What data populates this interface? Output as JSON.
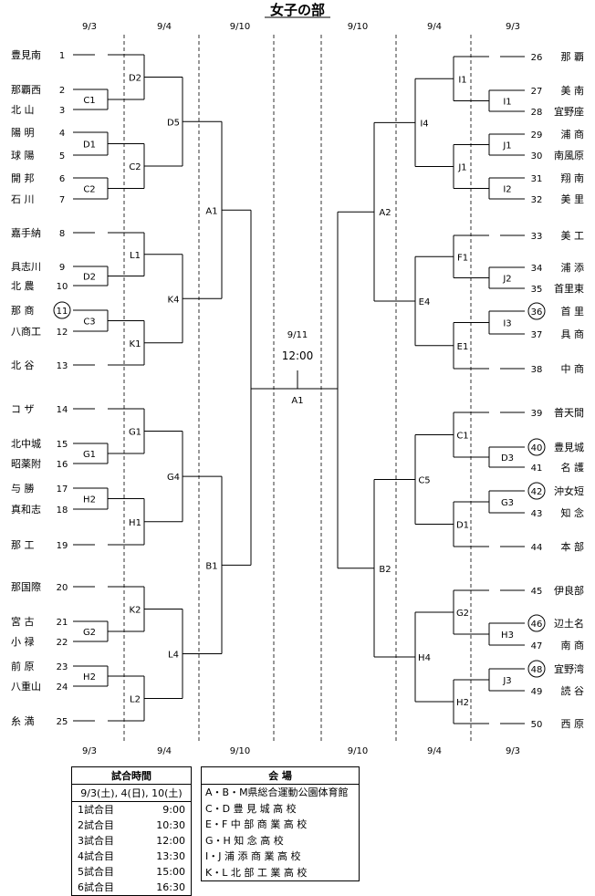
{
  "title": "女子の部",
  "dates_top": [
    "9/3",
    "9/4",
    "9/10",
    "9/10",
    "9/4",
    "9/3"
  ],
  "dates_bottom": [
    "9/3",
    "9/4",
    "9/10",
    "9/10",
    "9/4",
    "9/3"
  ],
  "final": {
    "date": "9/11",
    "time": "12:00",
    "label": "A1"
  },
  "left_teams": [
    {
      "num": "1",
      "name": "豊見南"
    },
    {
      "num": "2",
      "name": "那覇西"
    },
    {
      "num": "3",
      "name": "北 山"
    },
    {
      "num": "4",
      "name": "陽 明"
    },
    {
      "num": "5",
      "name": "球 陽"
    },
    {
      "num": "6",
      "name": "開 邦"
    },
    {
      "num": "7",
      "name": "石 川"
    },
    {
      "num": "8",
      "name": "嘉手納"
    },
    {
      "num": "9",
      "name": "具志川"
    },
    {
      "num": "10",
      "name": "北 農"
    },
    {
      "num": "11",
      "name": "那 商",
      "circled": true
    },
    {
      "num": "12",
      "name": "八商工"
    },
    {
      "num": "13",
      "name": "北 谷"
    },
    {
      "num": "14",
      "name": "コ ザ"
    },
    {
      "num": "15",
      "name": "北中城"
    },
    {
      "num": "16",
      "name": "昭薬附"
    },
    {
      "num": "17",
      "name": "与 勝"
    },
    {
      "num": "18",
      "name": "真和志"
    },
    {
      "num": "19",
      "name": "那 工"
    },
    {
      "num": "20",
      "name": "那国際"
    },
    {
      "num": "21",
      "name": "宮 古"
    },
    {
      "num": "22",
      "name": "小 禄"
    },
    {
      "num": "23",
      "name": "前 原"
    },
    {
      "num": "24",
      "name": "八重山"
    },
    {
      "num": "25",
      "name": "糸 満"
    }
  ],
  "right_teams": [
    {
      "num": "26",
      "name": "那 覇"
    },
    {
      "num": "27",
      "name": "美 南"
    },
    {
      "num": "28",
      "name": "宜野座"
    },
    {
      "num": "29",
      "name": "浦 商"
    },
    {
      "num": "30",
      "name": "南風原"
    },
    {
      "num": "31",
      "name": "翔 南"
    },
    {
      "num": "32",
      "name": "美 里"
    },
    {
      "num": "33",
      "name": "美 工"
    },
    {
      "num": "34",
      "name": "浦 添"
    },
    {
      "num": "35",
      "name": "首里東"
    },
    {
      "num": "36",
      "name": "首 里",
      "circled": true
    },
    {
      "num": "37",
      "name": "具 商"
    },
    {
      "num": "38",
      "name": "中 商"
    },
    {
      "num": "39",
      "name": "普天間"
    },
    {
      "num": "40",
      "name": "豊見城",
      "circled": true
    },
    {
      "num": "41",
      "name": "名 護"
    },
    {
      "num": "42",
      "name": "沖女短",
      "circled": true
    },
    {
      "num": "43",
      "name": "知 念"
    },
    {
      "num": "44",
      "name": "本 部"
    },
    {
      "num": "45",
      "name": "伊良部"
    },
    {
      "num": "46",
      "name": "辺土名",
      "circled": true
    },
    {
      "num": "47",
      "name": "南 商"
    },
    {
      "num": "48",
      "name": "宜野湾",
      "circled": true
    },
    {
      "num": "49",
      "name": "読 谷"
    },
    {
      "num": "50",
      "name": "西 原"
    }
  ],
  "left_r1": [
    "C1",
    "D1",
    "C2",
    "D2",
    "C3",
    "G1",
    "H2",
    "G2",
    "H2"
  ],
  "left_r2": [
    "D2",
    "C2",
    "L1",
    "K1",
    "G1",
    "H1",
    "K2",
    "L2"
  ],
  "left_r3": [
    "D5",
    "K4",
    "G4",
    "L4"
  ],
  "left_r4": [
    "A1",
    "B1"
  ],
  "right_r1": [
    "I1",
    "J1",
    "I2",
    "J2",
    "I3",
    "D3",
    "G3",
    "H3",
    "J3"
  ],
  "right_r2": [
    "I1",
    "J1",
    "F1",
    "E1",
    "C1",
    "D1",
    "G2",
    "H2"
  ],
  "right_r3": [
    "I4",
    "E4",
    "C5",
    "H4"
  ],
  "right_r4": [
    "A2",
    "B2"
  ],
  "schedule": {
    "title": "試合時間",
    "dates": "9/3(土), 4(日), 10(土)",
    "rows": [
      {
        "label": "1試合目",
        "time": "9:00"
      },
      {
        "label": "2試合目",
        "time": "10:30"
      },
      {
        "label": "3試合目",
        "time": "12:00"
      },
      {
        "label": "4試合目",
        "time": "13:30"
      },
      {
        "label": "5試合目",
        "time": "15:00"
      },
      {
        "label": "6試合目",
        "time": "16:30"
      }
    ]
  },
  "venues": {
    "title": "会 場",
    "rows": [
      "A・B・M県総合運動公園体育館",
      "C・D 豊 見 城 高 校",
      "E・F 中 部 商 業 高 校",
      "G・H 知 念 高 校",
      "I・J 浦 添 商 業 高 校",
      "K・L 北 部 工 業 高 校"
    ]
  }
}
